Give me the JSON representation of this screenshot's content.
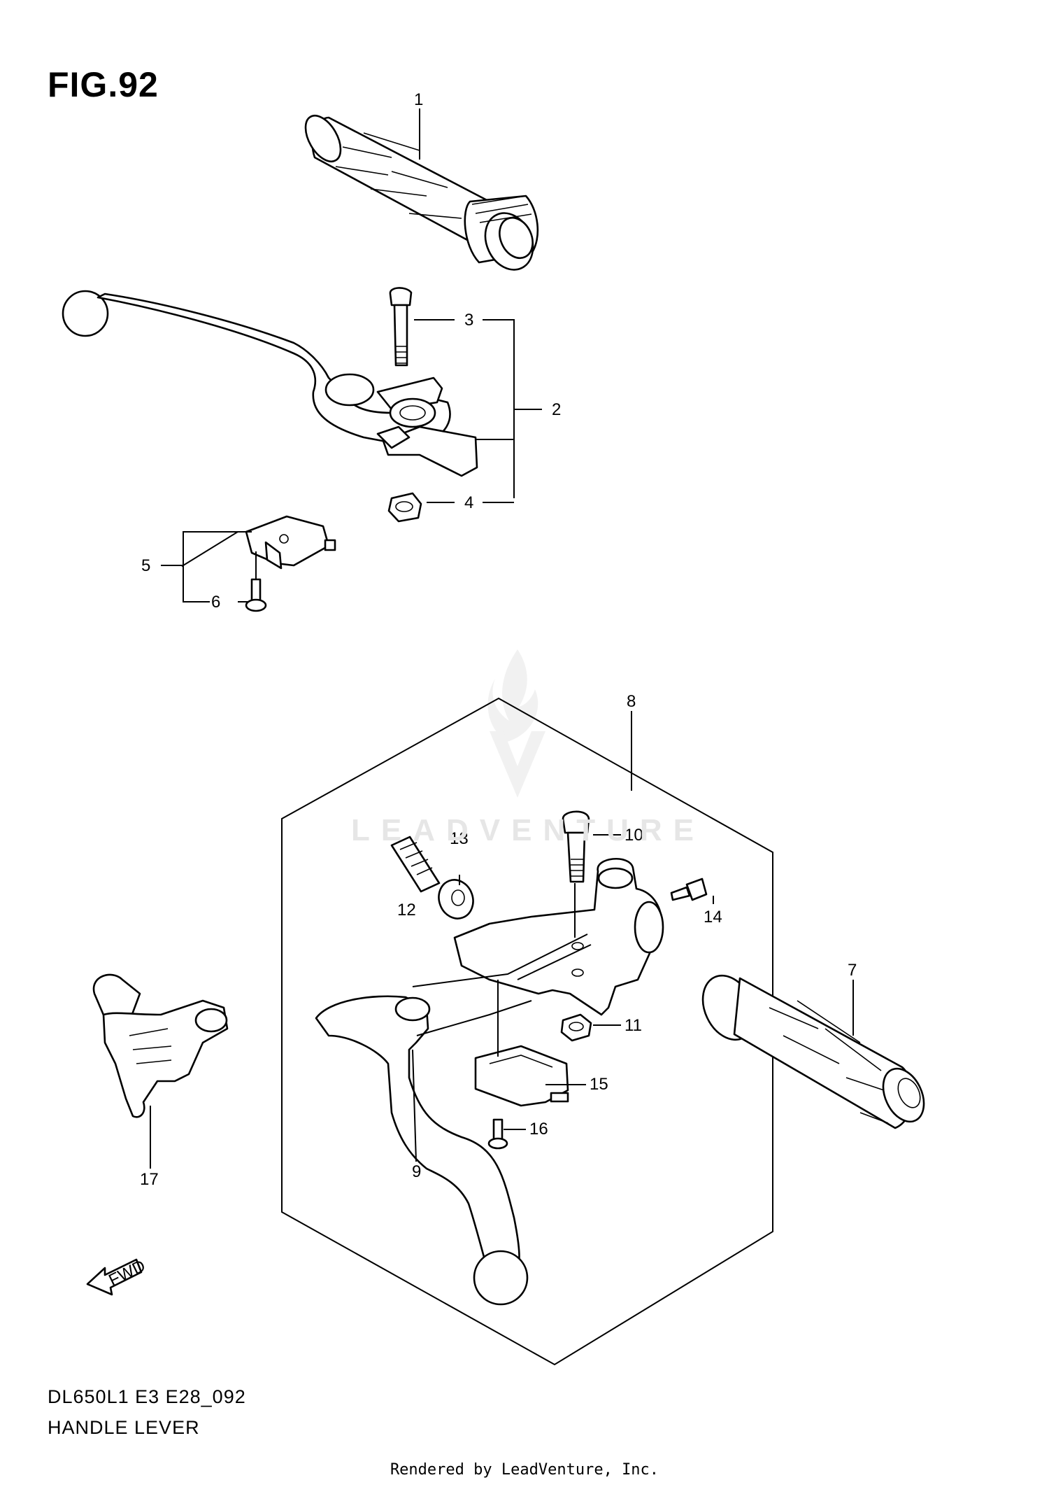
{
  "figure": {
    "title": "FIG.92"
  },
  "footer": {
    "model_code": "DL650L1 E3 E28_092",
    "section_name": "HANDLE LEVER",
    "credit": "Rendered by LeadVenture, Inc."
  },
  "watermark": {
    "text": "LEADVENTURE"
  },
  "fwd_label": "FWD",
  "callouts": [
    "1",
    "2",
    "3",
    "4",
    "5",
    "6",
    "7",
    "8",
    "9",
    "10",
    "11",
    "12",
    "13",
    "14",
    "15",
    "16",
    "17"
  ],
  "colors": {
    "line": "#000000",
    "background": "#ffffff",
    "watermark": "#e6e6e6"
  }
}
